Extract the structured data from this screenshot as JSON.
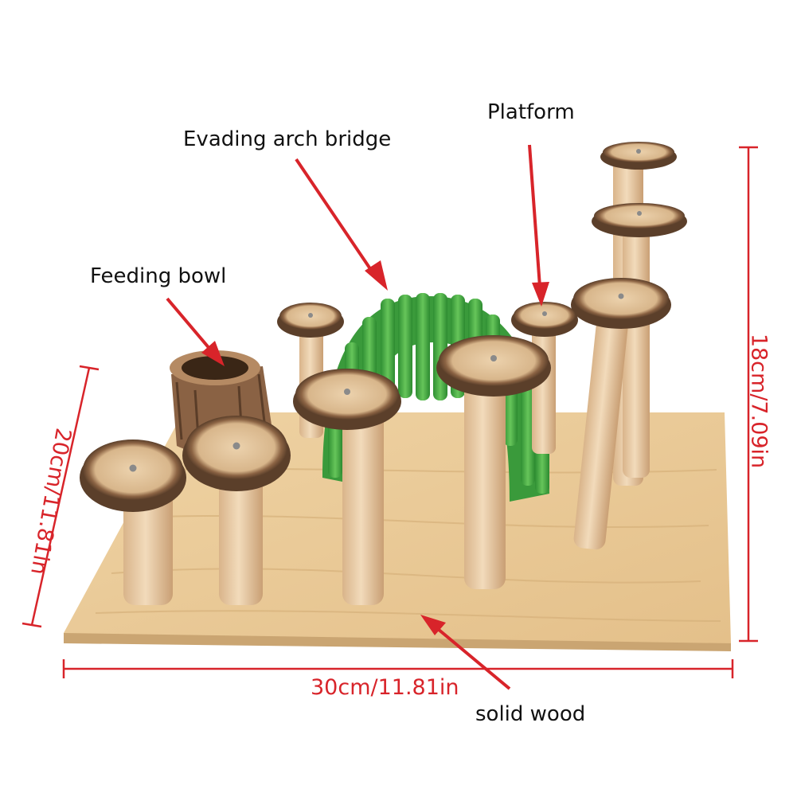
{
  "labels": {
    "evading_arch_bridge": "Evading arch bridge",
    "platform": "Platform",
    "feeding_bowl": "Feeding bowl",
    "solid_wood": "solid wood"
  },
  "dimensions": {
    "width": "30cm/11.81in",
    "height": "18cm/7.09in",
    "depth": "20cm/11.81in"
  },
  "colors": {
    "annotation_red": "#d8242a",
    "wood_base": "#e9c996",
    "bridge_green": "#4fb84a",
    "bark": "#6b4a33"
  }
}
